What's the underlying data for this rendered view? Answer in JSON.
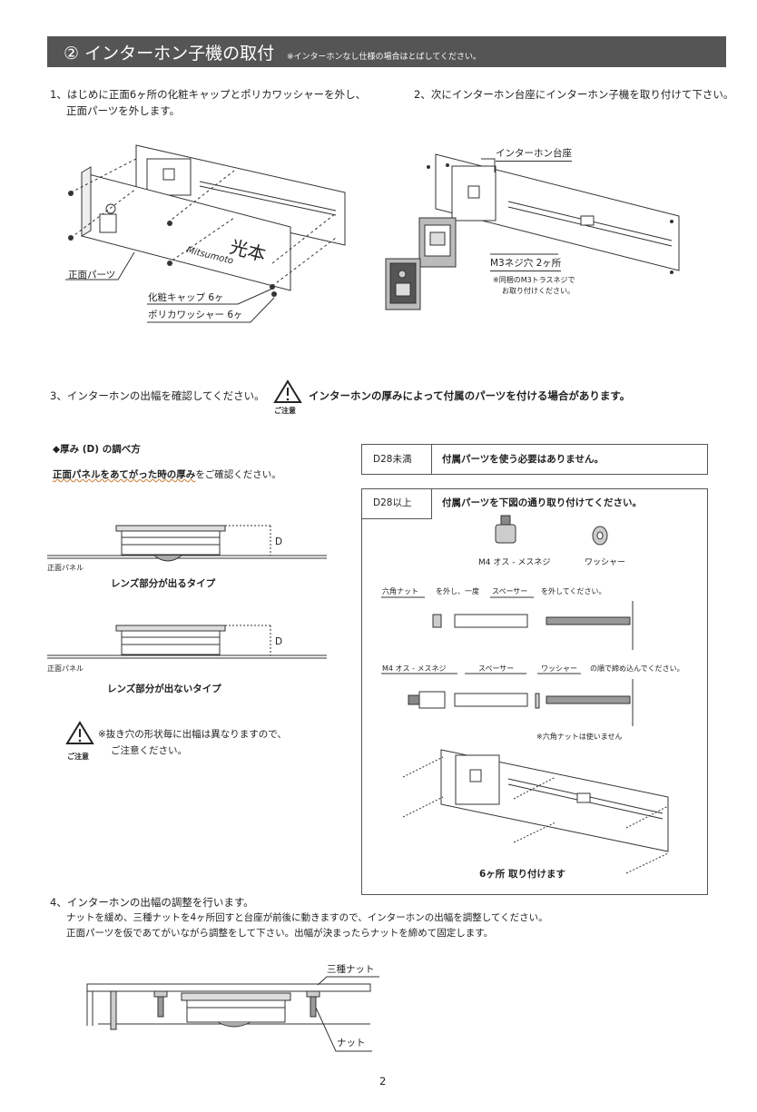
{
  "header": {
    "title": "② インターホン子機の取付",
    "note": "※インターホンなし仕様の場合はとばしてください。"
  },
  "step1": {
    "line1": "1、はじめに正面6ヶ所の化粧キャップとポリカワッシャーを外し、",
    "line2": "正面パーツを外します。",
    "label_front_parts": "正面パーツ",
    "label_cap": "化粧キャップ 6ヶ",
    "label_washer": "ポリカワッシャー 6ヶ",
    "plate_script": "Mitsumoto",
    "plate_kanji": "光本"
  },
  "step2": {
    "text": "2、次にインターホン台座にインターホン子機を取り付けて下さい。",
    "label_base": "インターホン台座",
    "label_screw": "M3ネジ穴 2ヶ所",
    "note_line1": "※同梱のM3トラスネジで",
    "note_line2": "お取り付けください。"
  },
  "step3": {
    "text": "3、インターホンの出幅を確認してください。",
    "caution_label": "ご注意",
    "caution_text": "インターホンの厚みによって付属のパーツを付ける場合があります。",
    "thickness_title": "◆厚み (D) の調べ方",
    "thickness_sub_ul": "正面パネルをあてがった時の厚み",
    "thickness_sub_rest": "をご確認ください。",
    "d_label": "D",
    "panel_label": "正面パネル",
    "type1": "レンズ部分が出るタイプ",
    "type2": "レンズ部分が出ないタイプ",
    "note_line1": "※抜き穴の形状毎に出幅は異なりますので、",
    "note_line2": "ご注意ください。",
    "note_caution_label": "ご注意",
    "table_row1_key": "D28未満",
    "table_row1_val": "付属パーツを使う必要はありません。",
    "table_row2_key": "D28以上",
    "table_row2_val": "付属パーツを下図の通り取り付けてください。",
    "part_screw": "M4 オス - メスネジ",
    "part_washer": "ワッシャー",
    "inst_nut": "六角ナット",
    "inst_mid": "を外し、一度",
    "inst_spacer": "スペーサー",
    "inst_end": "を外してください。",
    "asm_screw": "M4 オス - メスネジ",
    "asm_spacer": "スペーサー",
    "asm_washer": "ワッシャー",
    "asm_end": "の順で締め込んでください。",
    "hex_note": "※六角ナットは使いません",
    "six_places": "6ヶ所 取り付けます"
  },
  "step4": {
    "line1": "4、インターホンの出幅の調整を行います。",
    "line2": "ナットを緩め、三種ナットを4ヶ所回すと台座が前後に動きますので、インターホンの出幅を調整してください。",
    "line3": "正面パーツを仮であてがいながら調整をして下さい。出幅が決まったらナットを締めて固定します。",
    "label_three_nut": "三種ナット",
    "label_nut": "ナット"
  },
  "page_number": "2"
}
